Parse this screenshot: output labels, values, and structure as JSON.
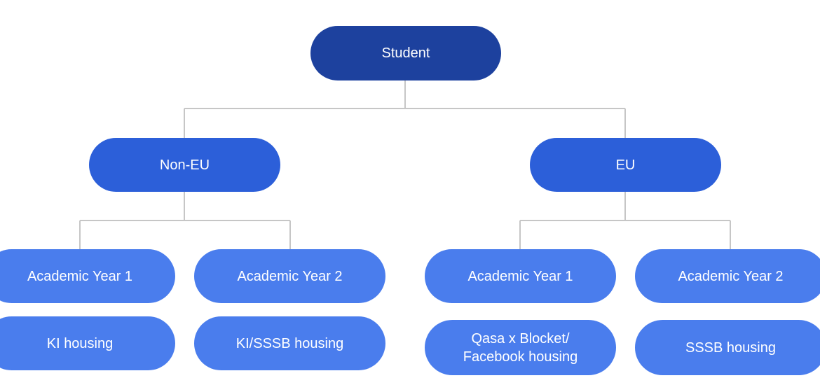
{
  "root": {
    "label": "Student"
  },
  "branches": [
    {
      "label": "Non-EU",
      "years": [
        "Academic Year 1",
        "Academic Year 2"
      ],
      "housing": [
        "KI housing",
        "KI/SSSB housing"
      ]
    },
    {
      "label": "EU",
      "years": [
        "Academic Year 1",
        "Academic Year 2"
      ],
      "housing": [
        "Qasa x Blocket/\nFacebook housing",
        "SSSB housing"
      ]
    }
  ],
  "colors": {
    "root": "#1d419e",
    "branch": "#2c5fd9",
    "leaf": "#4a7ded",
    "connector": "#c6c6c6",
    "text": "#ffffff"
  }
}
